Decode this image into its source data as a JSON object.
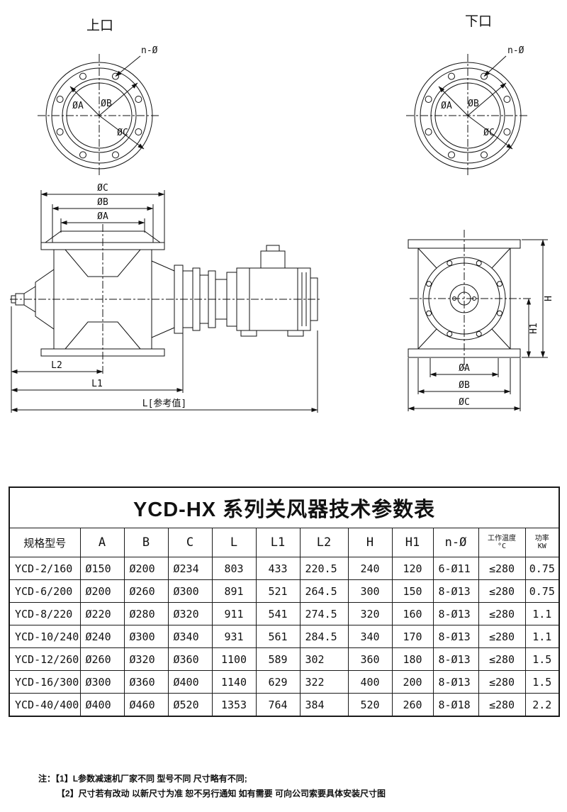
{
  "labels": {
    "top_port": "上口",
    "bottom_port": "下口",
    "n_phi": "n-Ø",
    "phi_a": "ØA",
    "phi_b": "ØB",
    "phi_c": "ØC",
    "l2": "L2",
    "l1": "L1",
    "l_ref": "L[参考值]",
    "h": "H",
    "h1": "H1"
  },
  "table": {
    "title": "YCD-HX 系列关风器技术参数表",
    "headers": [
      "规格型号",
      "A",
      "B",
      "C",
      "L",
      "L1",
      "L2",
      "H",
      "H1",
      "n-Ø"
    ],
    "header_temp": {
      "line1": "工作温度",
      "line2": "°C"
    },
    "header_power": {
      "line1": "功率",
      "line2": "KW"
    },
    "rows": [
      [
        "YCD-2/160",
        "Ø150",
        "Ø200",
        "Ø234",
        "803",
        "433",
        "220.5",
        "240",
        "120",
        "6-Ø11",
        "≤280",
        "0.75"
      ],
      [
        "YCD-6/200",
        "Ø200",
        "Ø260",
        "Ø300",
        "891",
        "521",
        "264.5",
        "300",
        "150",
        "8-Ø13",
        "≤280",
        "0.75"
      ],
      [
        "YCD-8/220",
        "Ø220",
        "Ø280",
        "Ø320",
        "911",
        "541",
        "274.5",
        "320",
        "160",
        "8-Ø13",
        "≤280",
        "1.1"
      ],
      [
        "YCD-10/240",
        "Ø240",
        "Ø300",
        "Ø340",
        "931",
        "561",
        "284.5",
        "340",
        "170",
        "8-Ø13",
        "≤280",
        "1.1"
      ],
      [
        "YCD-12/260",
        "Ø260",
        "Ø320",
        "Ø360",
        "1100",
        "589",
        "302",
        "360",
        "180",
        "8-Ø13",
        "≤280",
        "1.5"
      ],
      [
        "YCD-16/300",
        "Ø300",
        "Ø360",
        "Ø400",
        "1140",
        "629",
        "322",
        "400",
        "200",
        "8-Ø13",
        "≤280",
        "1.5"
      ],
      [
        "YCD-40/400",
        "Ø400",
        "Ø460",
        "Ø520",
        "1353",
        "764",
        "384",
        "520",
        "260",
        "8-Ø18",
        "≤280",
        "2.2"
      ]
    ]
  },
  "notes": {
    "prefix": "注：",
    "line1": "【1】L参数减速机厂家不同 型号不同 尺寸略有不同;",
    "line2": "【2】尺寸若有改动 以新尺寸为准 恕不另行通知 如有需要 可向公司索要具体安装尺寸图"
  }
}
